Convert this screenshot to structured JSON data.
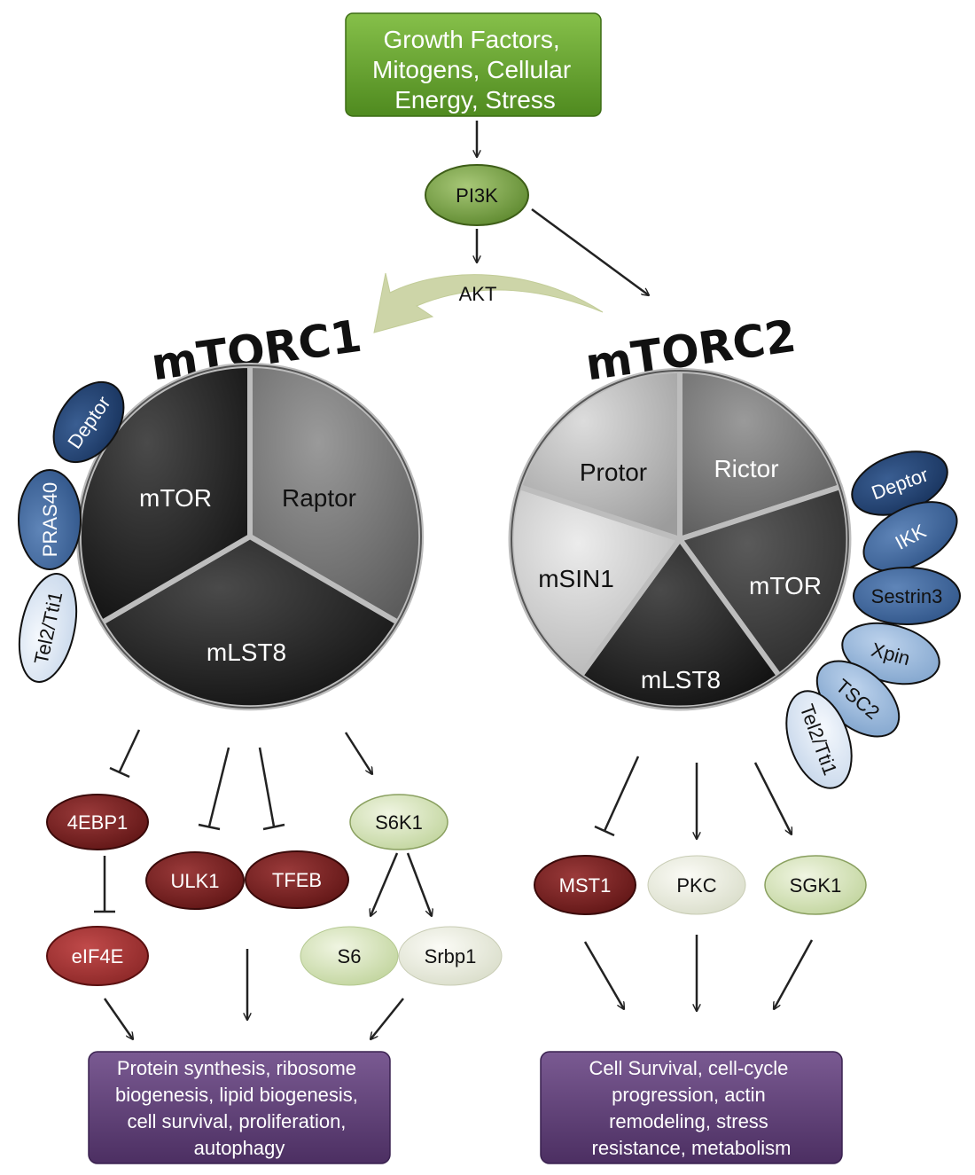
{
  "input": {
    "text_lines": [
      "Growth Factors,",
      "Mitogens, Cellular",
      "Energy, Stress"
    ]
  },
  "pi3k": "PI3K",
  "akt": "AKT",
  "mtorc1": {
    "title": "mTORC1",
    "segments": {
      "mtor": "mTOR",
      "raptor": "Raptor",
      "mlst8": "mLST8"
    },
    "side_proteins": [
      "Deptor",
      "PRAS40",
      "Tel2/Tti1"
    ],
    "targets": [
      "4EBP1",
      "ULK1",
      "TFEB",
      "S6K1",
      "eIF4E",
      "S6",
      "Srbp1"
    ],
    "outcome_lines": [
      "Protein synthesis, ribosome",
      "biogenesis, lipid biogenesis,",
      "cell survival, proliferation,",
      "autophagy"
    ]
  },
  "mtorc2": {
    "title": "mTORC2",
    "segments": {
      "protor": "Protor",
      "rictor": "Rictor",
      "msin1": "mSIN1",
      "mtor": "mTOR",
      "mlst8": "mLST8"
    },
    "side_proteins": [
      "Deptor",
      "IKK",
      "Sestrin3",
      "Xpin",
      "TSC2",
      "Tel2/Tti1"
    ],
    "targets": [
      "MST1",
      "PKC",
      "SGK1"
    ],
    "outcome_lines": [
      "Cell Survival, cell-cycle",
      "progression, actin",
      "remodeling, stress",
      "resistance, metabolism"
    ]
  },
  "colors": {
    "input_green": "#5f9a2a",
    "pi3k_green": "#7da34a",
    "akt_arrow": "#cdd5a8",
    "dark_red": "#7a2424",
    "light_green": "#d6e3b8",
    "outcome_purple": "#5e3f74",
    "deptor_blue": "#2b4a78"
  }
}
